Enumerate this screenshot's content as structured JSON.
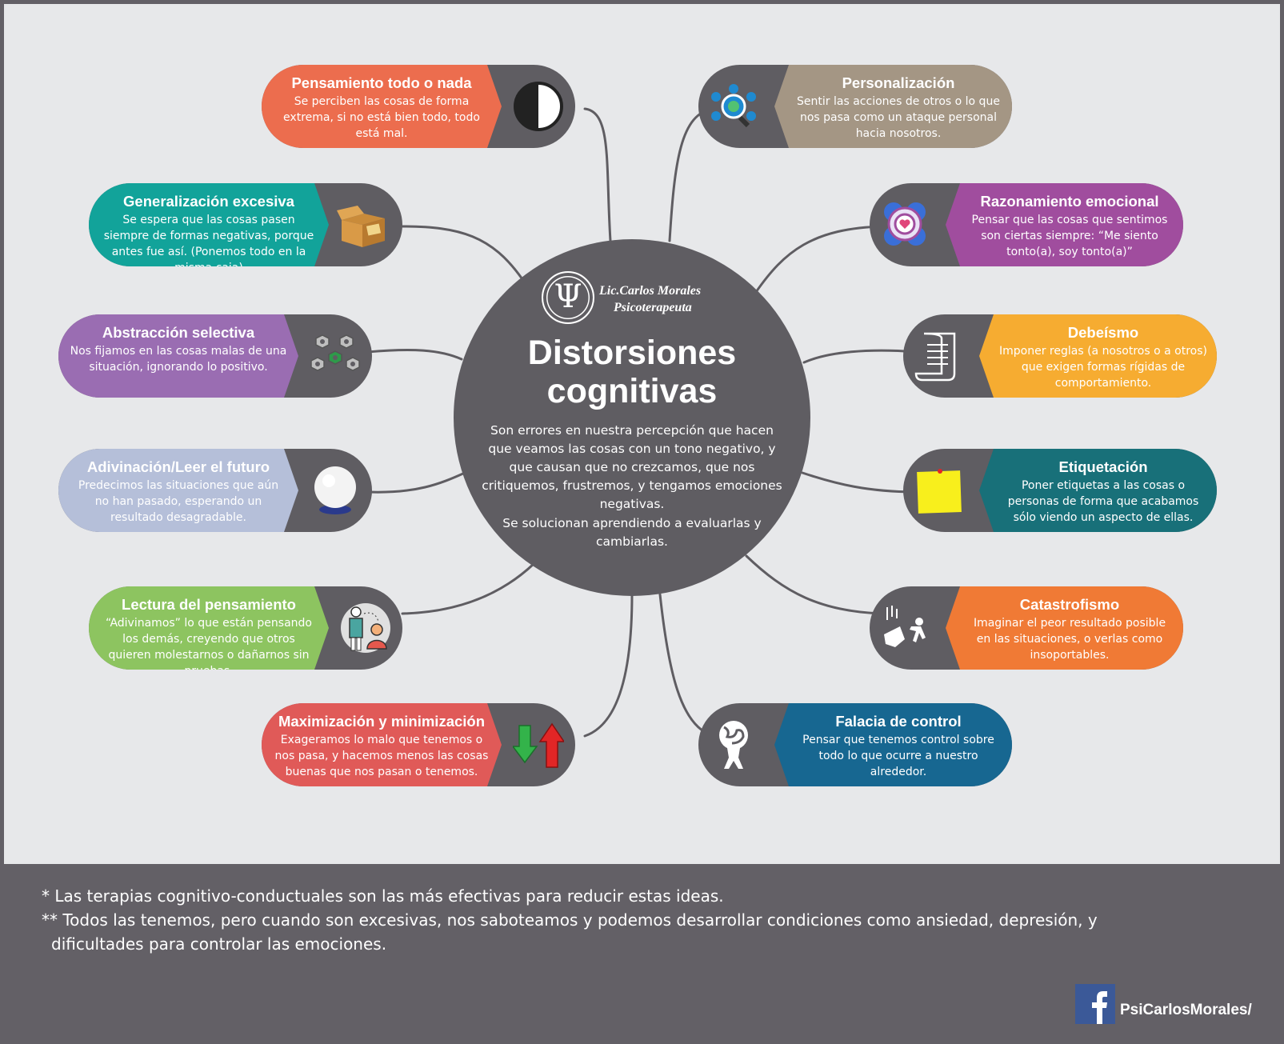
{
  "center": {
    "logo_symbol": "Ψ",
    "logo_name": "Lic.Carlos Morales",
    "logo_role": "Psicoterapeuta",
    "title_line1": "Distorsiones",
    "title_line2": "cognitivas",
    "description": "Son errores en nuestra percepción que hacen que veamos las cosas con un tono negativo, y que causan que no crezcamos, que nos critiquemos, frustremos, y tengamos emociones negativas.",
    "solution": "Se solucionan aprendiendo a evaluarlas y cambiarlas."
  },
  "nodes": [
    {
      "title": "Pensamiento todo o nada",
      "desc": "Se perciben las cosas de forma extrema, si no está bien todo, todo está mal.",
      "color": "#ec6d4e",
      "icon": "half-circle-icon"
    },
    {
      "title": "Generalización excesiva",
      "desc": "Se espera que las cosas pasen siempre de formas negativas, porque antes fue así. (Ponemos todo en la misma caja)",
      "color": "#12a39a",
      "icon": "box-icon"
    },
    {
      "title": "Abstracción selectiva",
      "desc": "Nos fijamos en las cosas malas de una situación, ignorando lo positivo.",
      "color": "#9a6db2",
      "icon": "nuts-icon"
    },
    {
      "title": "Adivinación/Leer el futuro",
      "desc": "Predecimos las situaciones que aún no han pasado, esperando un resultado desagradable.",
      "color": "#b5bfd9",
      "icon": "crystal-ball-icon"
    },
    {
      "title": "Lectura del pensamiento",
      "desc": "“Adivinamos” lo que están pensando los demás, creyendo que otros quieren molestarnos o dañarnos sin pruebas.",
      "color": "#8dc460",
      "icon": "people-icon"
    },
    {
      "title": "Maximización y minimización",
      "desc": "Exageramos lo malo que tenemos o nos pasa, y hacemos menos las cosas buenas que nos pasan o tenemos.",
      "color": "#e05a58",
      "icon": "up-down-arrows-icon"
    },
    {
      "title": "Personalización",
      "desc": "Sentir las acciones de otros o lo que nos pasa como un ataque personal hacia nosotros.",
      "color": "#a49684",
      "icon": "magnifier-people-icon"
    },
    {
      "title": "Razonamiento emocional",
      "desc": "Pensar que las cosas que sentimos son ciertas siempre: “Me siento tonto(a), soy tonto(a)”",
      "color": "#a04d9e",
      "icon": "heart-target-icon"
    },
    {
      "title": "Debeísmo",
      "desc": "Imponer reglas (a nosotros o a otros) que exigen formas rígidas de comportamiento.",
      "color": "#f6ac31",
      "icon": "scroll-icon"
    },
    {
      "title": "Etiquetación",
      "desc": "Poner etiquetas a las cosas o personas de forma que acabamos sólo viendo un aspecto de ellas.",
      "color": "#187079",
      "icon": "sticky-note-icon"
    },
    {
      "title": "Catastrofismo",
      "desc": "Imaginar el peor resultado posible en las situaciones, o verlas como insoportables.",
      "color": "#f07a35",
      "icon": "piano-falling-icon"
    },
    {
      "title": "Falacia de control",
      "desc": "Pensar que tenemos control sobre todo lo que ocurre a nuestro alrededor.",
      "color": "#176791",
      "icon": "atlas-globe-icon"
    }
  ],
  "footer": {
    "note1": "* Las terapias cognitivo-conductuales son las más efectivas para reducir estas ideas.",
    "note2": "** Todos las tenemos, pero cuando son excesivas, nos saboteamos y podemos desarrollar condiciones como ansiedad, depresión, y",
    "note3": "dificultades para controlar las emociones.",
    "facebook_handle": "PsiCarlosMorales/",
    "facebook_icon": "facebook-icon"
  }
}
